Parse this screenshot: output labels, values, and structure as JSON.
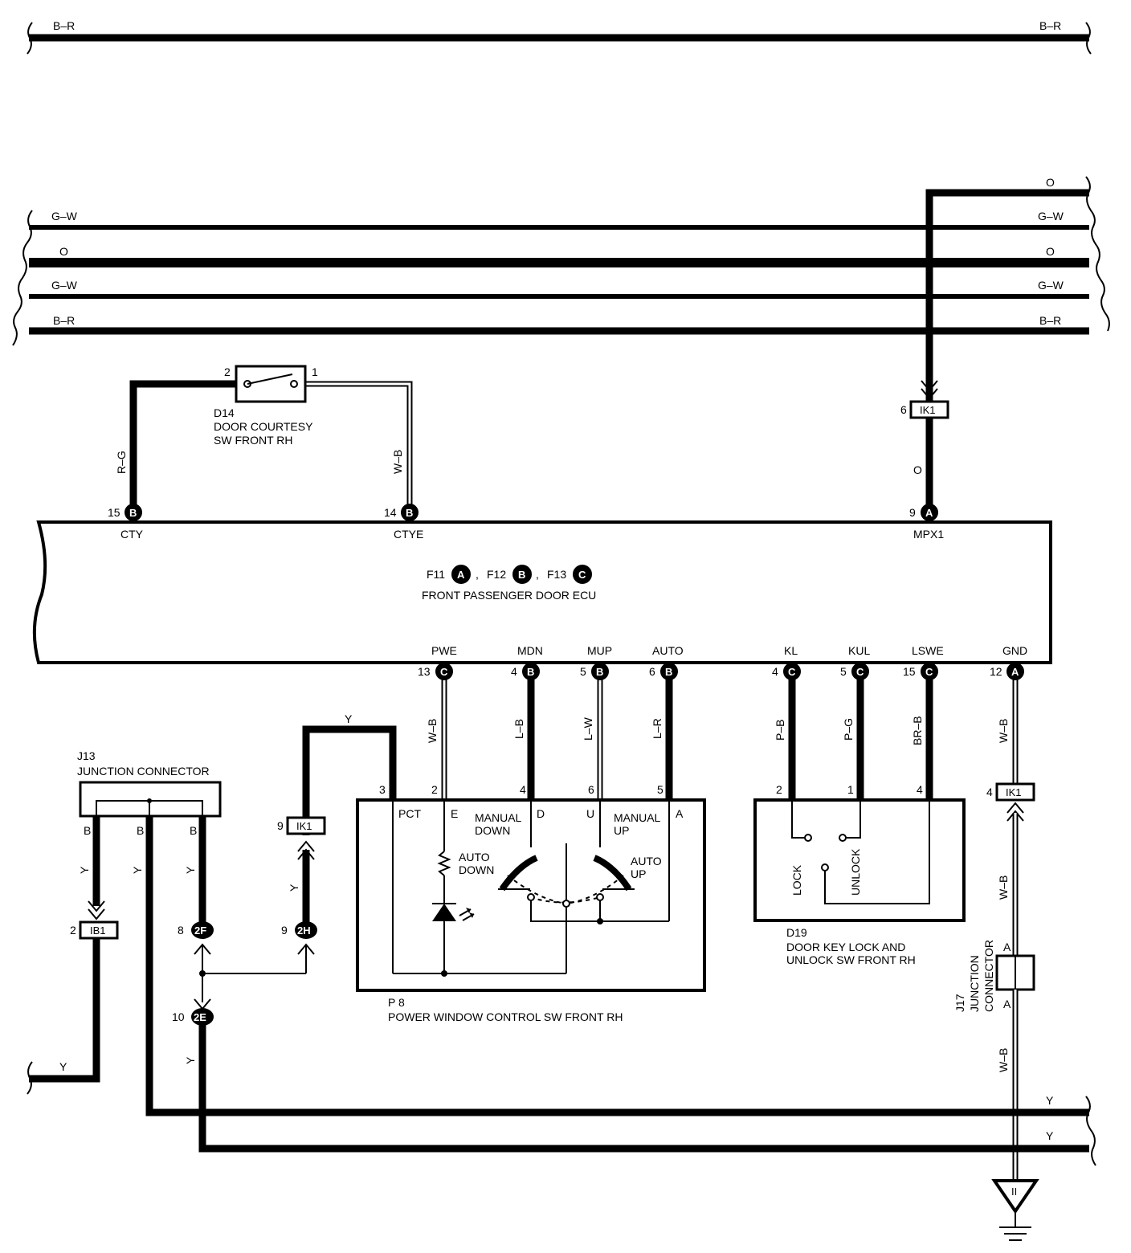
{
  "top_bus": {
    "left": "B–R",
    "right": "B–R"
  },
  "harness": {
    "o_top_right": "O",
    "gw1_left": "G–W",
    "gw1_right": "G–W",
    "o_left": "O",
    "o_right": "O",
    "gw2_left": "G–W",
    "gw2_right": "G–W",
    "br_left": "B–R",
    "br_right": "B–R"
  },
  "d14": {
    "pin2": "2",
    "pin1": "1",
    "id": "D14",
    "name1": "DOOR COURTESY",
    "name2": "SW FRONT RH",
    "wire_left": "R–G",
    "wire_right": "W–B"
  },
  "ik1_top": {
    "pin": "6",
    "label": "IK1",
    "wire": "O"
  },
  "ecu": {
    "pins_top": [
      {
        "num": "15",
        "conn": "B",
        "name": "CTY"
      },
      {
        "num": "14",
        "conn": "B",
        "name": "CTYE"
      },
      {
        "num": "9",
        "conn": "A",
        "name": "MPX1"
      }
    ],
    "conn_list": [
      {
        "name": "F11",
        "conn": "A",
        "sep": ","
      },
      {
        "name": "F12",
        "conn": "B",
        "sep": ","
      },
      {
        "name": "F13",
        "conn": "C",
        "sep": ""
      }
    ],
    "title": "FRONT PASSENGER DOOR ECU",
    "pins_bottom": [
      {
        "name": "PWE",
        "num": "13",
        "conn": "C",
        "wire": "W–B"
      },
      {
        "name": "MDN",
        "num": "4",
        "conn": "B",
        "wire": "L–B"
      },
      {
        "name": "MUP",
        "num": "5",
        "conn": "B",
        "wire": "L–W"
      },
      {
        "name": "AUTO",
        "num": "6",
        "conn": "B",
        "wire": "L–R"
      },
      {
        "name": "KL",
        "num": "4",
        "conn": "C",
        "wire": "P–B"
      },
      {
        "name": "KUL",
        "num": "5",
        "conn": "C",
        "wire": "P–G"
      },
      {
        "name": "LSWE",
        "num": "15",
        "conn": "C",
        "wire": "BR–B"
      },
      {
        "name": "GND",
        "num": "12",
        "conn": "A",
        "wire": "W–B"
      }
    ]
  },
  "j13": {
    "id": "J13",
    "name": "JUNCTION CONNECTOR",
    "b1": "B",
    "b2": "B",
    "b3": "B",
    "y1": "Y",
    "y2": "Y",
    "y3": "Y"
  },
  "ib1": {
    "pin": "2",
    "label": "IB1"
  },
  "c2f": {
    "pin": "8",
    "label": "2F"
  },
  "c2e": {
    "pin": "10",
    "label": "2E",
    "wire": "Y"
  },
  "c2h": {
    "pin": "9",
    "label": "2H",
    "wire": "Y"
  },
  "ik1_mid": {
    "pin": "9",
    "label": "IK1"
  },
  "wire_y_top": "Y",
  "p8": {
    "id": "P 8",
    "name": "POWER WINDOW CONTROL SW FRONT RH",
    "pins": [
      "3",
      "2",
      "4",
      "6",
      "5"
    ],
    "pct": "PCT",
    "e": "E",
    "d": "D",
    "u": "U",
    "a": "A",
    "manual_down": [
      "MANUAL",
      "DOWN"
    ],
    "manual_up": [
      "MANUAL",
      "UP"
    ],
    "auto_down": [
      "AUTO",
      "DOWN"
    ],
    "auto_up": [
      "AUTO",
      "UP"
    ]
  },
  "d19": {
    "id": "D19",
    "name1": "DOOR KEY LOCK AND",
    "name2": "UNLOCK SW FRONT RH",
    "pins": [
      "2",
      "1",
      "4"
    ],
    "lock": "LOCK",
    "unlock": "UNLOCK"
  },
  "ik1_bot": {
    "pin": "4",
    "label": "IK1",
    "wire": "W–B"
  },
  "j17": {
    "name1": "J17",
    "name2": "JUNCTION",
    "name3": "CONNECTOR",
    "a_top": "A",
    "a_bot": "A",
    "wire": "W–B"
  },
  "bottom_y": {
    "left": "Y",
    "right1": "Y",
    "right2": "Y"
  },
  "ground": {
    "label": "II"
  }
}
